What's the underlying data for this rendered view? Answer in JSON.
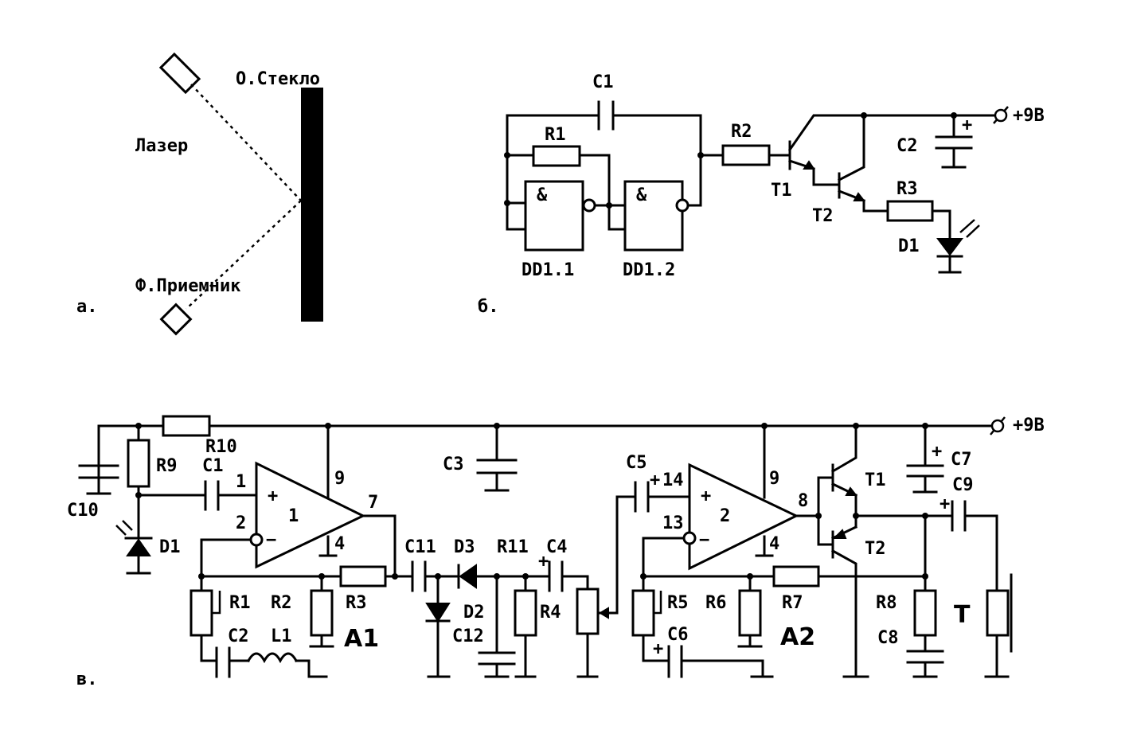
{
  "panel_a": {
    "glass_label": "О.Стекло",
    "laser_label": "Лазер",
    "receiver_label": "Ф.Приемник",
    "panel_label": "а."
  },
  "panel_b": {
    "panel_label": "б.",
    "supply": "+9В",
    "c1": "C1",
    "r1": "R1",
    "r2": "R2",
    "r3": "R3",
    "c2": "C2",
    "t1": "T1",
    "t2": "T2",
    "d1": "D1",
    "dd11": "DD1.1",
    "dd12": "DD1.2",
    "and_symbol": "&",
    "plus": "+"
  },
  "panel_c": {
    "panel_label": "в.",
    "supply": "+9В",
    "r10": "R10",
    "r9": "R9",
    "c10": "C10",
    "c1": "C1",
    "d1": "D1",
    "c3": "C3",
    "c5": "C5",
    "c7": "C7",
    "c9": "C9",
    "t1": "T1",
    "t2": "T2",
    "r1": "R1",
    "r2": "R2",
    "r3": "R3",
    "c2": "C2",
    "l1": "L1",
    "a1": "A1",
    "c11": "C11",
    "d3": "D3",
    "r11": "R11",
    "c4": "C4",
    "d2": "D2",
    "c12": "C12",
    "r4": "R4",
    "r5": "R5",
    "r6": "R6",
    "r7": "R7",
    "c6": "C6",
    "a2": "A2",
    "r8": "R8",
    "c8": "C8",
    "t": "T",
    "op1": {
      "pin_in_plus": "1",
      "pin_in_minus": "2",
      "pin_gnd": "4",
      "pin_vcc": "9",
      "pin_out": "7",
      "number": "1"
    },
    "op2": {
      "pin_in_plus": "14",
      "pin_in_minus": "13",
      "pin_gnd": "4",
      "pin_vcc": "9",
      "pin_out": "8",
      "number": "2"
    },
    "plus": "+",
    "minus": "−"
  }
}
